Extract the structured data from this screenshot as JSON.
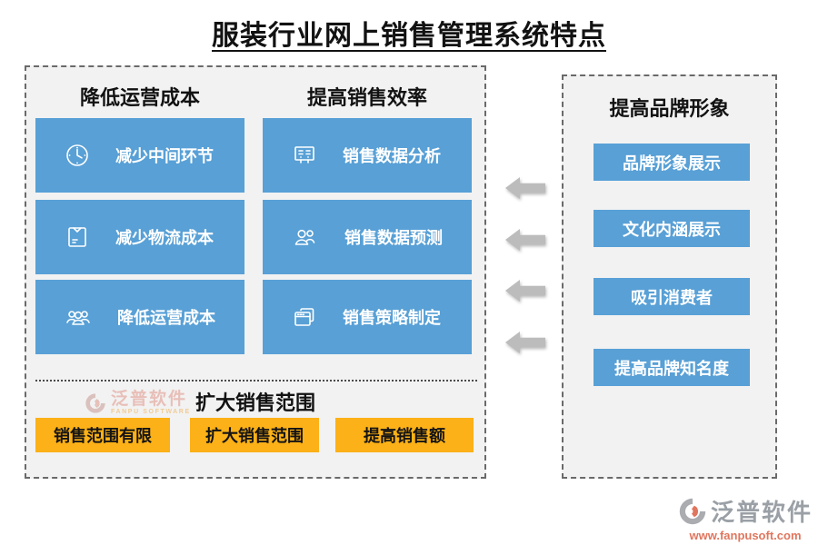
{
  "title": "服装行业网上销售管理系统特点",
  "left_panel": {
    "columns": [
      {
        "header": "降低运营成本",
        "items": [
          {
            "icon": "clock-icon",
            "label": "减少中间环节"
          },
          {
            "icon": "envelope-icon",
            "label": "减少物流成本"
          },
          {
            "icon": "people-group-icon",
            "label": "降低运营成本"
          }
        ]
      },
      {
        "header": "提高销售效率",
        "items": [
          {
            "icon": "presentation-board-icon",
            "label": "销售数据分析"
          },
          {
            "icon": "two-people-icon",
            "label": "销售数据预测"
          },
          {
            "icon": "stacked-windows-icon",
            "label": "销售策略制定"
          }
        ]
      }
    ],
    "bottom": {
      "header": "扩大销售范围",
      "items": [
        {
          "label": "销售范围有限"
        },
        {
          "label": "扩大销售范围"
        },
        {
          "label": "提高销售额"
        }
      ]
    }
  },
  "right_panel": {
    "header": "提高品牌形象",
    "items": [
      {
        "label": "品牌形象展示"
      },
      {
        "label": "文化内涵展示"
      },
      {
        "label": "吸引消费者"
      },
      {
        "label": "提高品牌知名度"
      }
    ]
  },
  "arrows": {
    "direction": "left",
    "count": 4
  },
  "watermark": {
    "name": "泛普软件",
    "caption": "FANPU SOFTWARE"
  },
  "footer_logo": {
    "name": "泛普软件",
    "website": "www.fanpusoft.com"
  },
  "colors": {
    "blue": "#58a0d6",
    "orange": "#fbb117",
    "panelbg": "#f2f2f2",
    "border": "#6a6a6a",
    "arrow": "#bcbcbc",
    "ink": "#121212",
    "logogray": "#9aa0a6",
    "logosalmon": "#e0765e"
  }
}
